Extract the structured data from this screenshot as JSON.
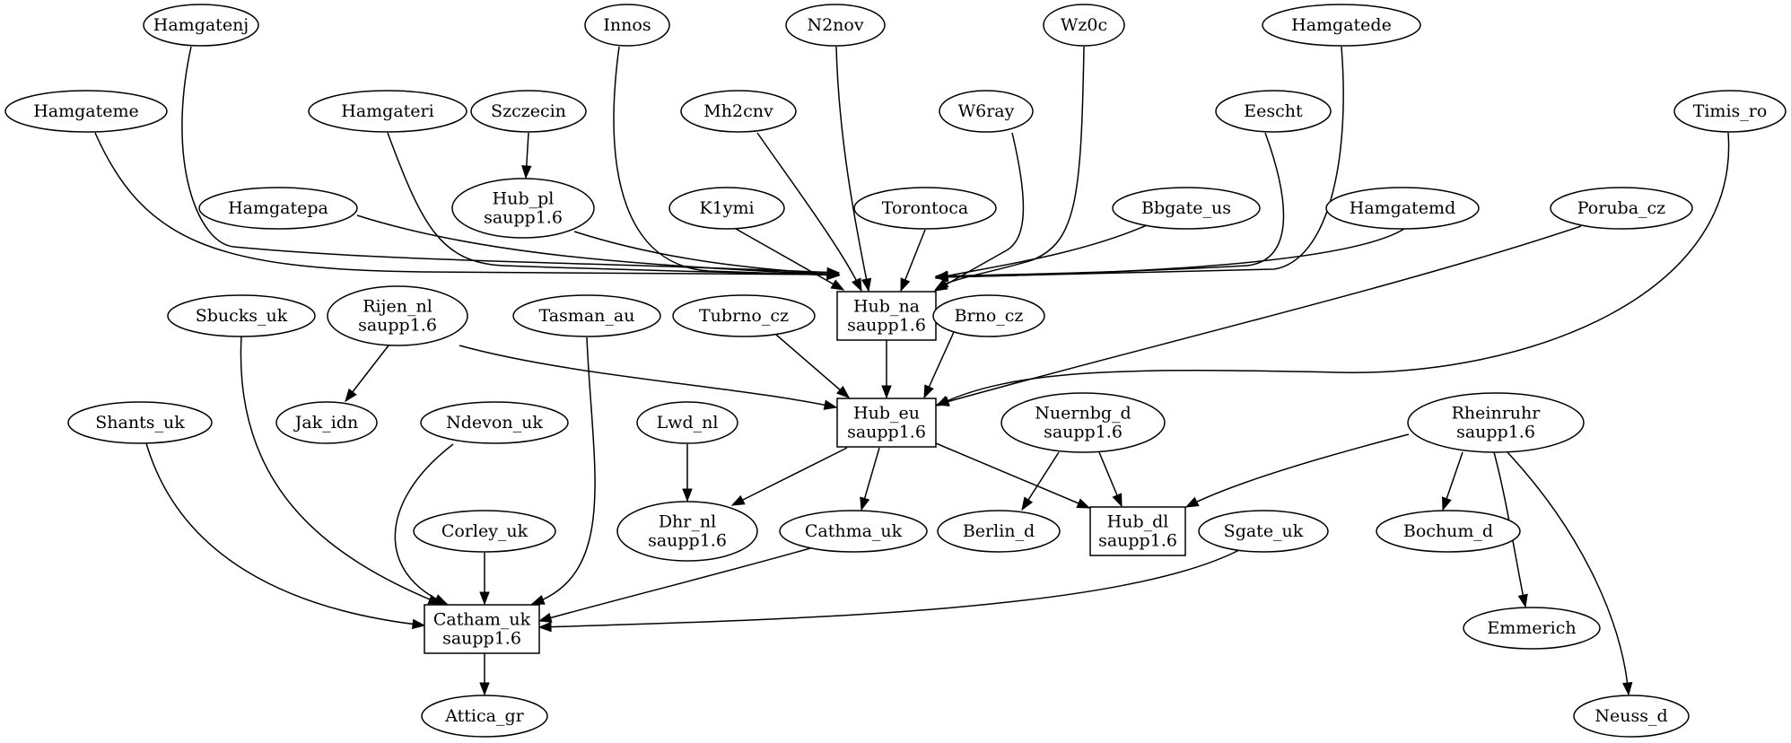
{
  "diagram": {
    "type": "directed-graph",
    "nodes": [
      {
        "id": "Hamgatenj",
        "lines": [
          "Hamgatenj"
        ],
        "shape": "ellipse"
      },
      {
        "id": "Innos",
        "lines": [
          "Innos"
        ],
        "shape": "ellipse"
      },
      {
        "id": "N2nov",
        "lines": [
          "N2nov"
        ],
        "shape": "ellipse"
      },
      {
        "id": "Wz0c",
        "lines": [
          "Wz0c"
        ],
        "shape": "ellipse"
      },
      {
        "id": "Hamgatede",
        "lines": [
          "Hamgatede"
        ],
        "shape": "ellipse"
      },
      {
        "id": "Hamgateme",
        "lines": [
          "Hamgateme"
        ],
        "shape": "ellipse"
      },
      {
        "id": "Hamgateri",
        "lines": [
          "Hamgateri"
        ],
        "shape": "ellipse"
      },
      {
        "id": "Szczecin",
        "lines": [
          "Szczecin"
        ],
        "shape": "ellipse"
      },
      {
        "id": "Mh2cnv",
        "lines": [
          "Mh2cnv"
        ],
        "shape": "ellipse"
      },
      {
        "id": "W6ray",
        "lines": [
          "W6ray"
        ],
        "shape": "ellipse"
      },
      {
        "id": "Eescht",
        "lines": [
          "Eescht"
        ],
        "shape": "ellipse"
      },
      {
        "id": "Timis_ro",
        "lines": [
          "Timis_ro"
        ],
        "shape": "ellipse"
      },
      {
        "id": "Hamgatepa",
        "lines": [
          "Hamgatepa"
        ],
        "shape": "ellipse"
      },
      {
        "id": "Hub_pl",
        "lines": [
          "Hub_pl",
          "saupp1.6"
        ],
        "shape": "ellipse"
      },
      {
        "id": "K1ymi",
        "lines": [
          "K1ymi"
        ],
        "shape": "ellipse"
      },
      {
        "id": "Torontoca",
        "lines": [
          "Torontoca"
        ],
        "shape": "ellipse"
      },
      {
        "id": "Bbgate_us",
        "lines": [
          "Bbgate_us"
        ],
        "shape": "ellipse"
      },
      {
        "id": "Hamgatemd",
        "lines": [
          "Hamgatemd"
        ],
        "shape": "ellipse"
      },
      {
        "id": "Poruba_cz",
        "lines": [
          "Poruba_cz"
        ],
        "shape": "ellipse"
      },
      {
        "id": "Hub_na",
        "lines": [
          "Hub_na",
          "saupp1.6"
        ],
        "shape": "box"
      },
      {
        "id": "Sbucks_uk",
        "lines": [
          "Sbucks_uk"
        ],
        "shape": "ellipse"
      },
      {
        "id": "Rijen_nl",
        "lines": [
          "Rijen_nl",
          "saupp1.6"
        ],
        "shape": "ellipse"
      },
      {
        "id": "Tasman_au",
        "lines": [
          "Tasman_au"
        ],
        "shape": "ellipse"
      },
      {
        "id": "Tubrno_cz",
        "lines": [
          "Tubrno_cz"
        ],
        "shape": "ellipse"
      },
      {
        "id": "Brno_cz",
        "lines": [
          "Brno_cz"
        ],
        "shape": "ellipse"
      },
      {
        "id": "Shants_uk",
        "lines": [
          "Shants_uk"
        ],
        "shape": "ellipse"
      },
      {
        "id": "Jak_idn",
        "lines": [
          "Jak_idn"
        ],
        "shape": "ellipse"
      },
      {
        "id": "Ndevon_uk",
        "lines": [
          "Ndevon_uk"
        ],
        "shape": "ellipse"
      },
      {
        "id": "Lwd_nl",
        "lines": [
          "Lwd_nl"
        ],
        "shape": "ellipse"
      },
      {
        "id": "Hub_eu",
        "lines": [
          "Hub_eu",
          "saupp1.6"
        ],
        "shape": "box"
      },
      {
        "id": "Nuernbg_d",
        "lines": [
          "Nuernbg_d",
          "saupp1.6"
        ],
        "shape": "ellipse"
      },
      {
        "id": "Rheinruhr",
        "lines": [
          "Rheinruhr",
          "saupp1.6"
        ],
        "shape": "ellipse"
      },
      {
        "id": "Corley_uk",
        "lines": [
          "Corley_uk"
        ],
        "shape": "ellipse"
      },
      {
        "id": "Dhr_nl",
        "lines": [
          "Dhr_nl",
          "saupp1.6"
        ],
        "shape": "ellipse"
      },
      {
        "id": "Cathma_uk",
        "lines": [
          "Cathma_uk"
        ],
        "shape": "ellipse"
      },
      {
        "id": "Berlin_d",
        "lines": [
          "Berlin_d"
        ],
        "shape": "ellipse"
      },
      {
        "id": "Hub_dl",
        "lines": [
          "Hub_dl",
          "saupp1.6"
        ],
        "shape": "box"
      },
      {
        "id": "Sgate_uk",
        "lines": [
          "Sgate_uk"
        ],
        "shape": "ellipse"
      },
      {
        "id": "Bochum_d",
        "lines": [
          "Bochum_d"
        ],
        "shape": "ellipse"
      },
      {
        "id": "Catham_uk",
        "lines": [
          "Catham_uk",
          "saupp1.6"
        ],
        "shape": "box"
      },
      {
        "id": "Emmerich",
        "lines": [
          "Emmerich"
        ],
        "shape": "ellipse"
      },
      {
        "id": "Attica_gr",
        "lines": [
          "Attica_gr"
        ],
        "shape": "ellipse"
      },
      {
        "id": "Neuss_d",
        "lines": [
          "Neuss_d"
        ],
        "shape": "ellipse"
      }
    ],
    "edges": [
      {
        "from": "Hamgateme",
        "to": "Hub_na"
      },
      {
        "from": "Hamgatenj",
        "to": "Hub_na"
      },
      {
        "from": "Hamgateri",
        "to": "Hub_na"
      },
      {
        "from": "Hamgatepa",
        "to": "Hub_na"
      },
      {
        "from": "Hub_pl",
        "to": "Hub_na"
      },
      {
        "from": "Innos",
        "to": "Hub_na"
      },
      {
        "from": "K1ymi",
        "to": "Hub_na"
      },
      {
        "from": "Mh2cnv",
        "to": "Hub_na"
      },
      {
        "from": "N2nov",
        "to": "Hub_na"
      },
      {
        "from": "Torontoca",
        "to": "Hub_na"
      },
      {
        "from": "W6ray",
        "to": "Hub_na"
      },
      {
        "from": "Wz0c",
        "to": "Hub_na"
      },
      {
        "from": "Bbgate_us",
        "to": "Hub_na"
      },
      {
        "from": "Eescht",
        "to": "Hub_na"
      },
      {
        "from": "Hamgatede",
        "to": "Hub_na"
      },
      {
        "from": "Hamgatemd",
        "to": "Hub_na"
      },
      {
        "from": "Szczecin",
        "to": "Hub_pl"
      },
      {
        "from": "Hub_na",
        "to": "Hub_eu"
      },
      {
        "from": "Tubrno_cz",
        "to": "Hub_eu"
      },
      {
        "from": "Brno_cz",
        "to": "Hub_eu"
      },
      {
        "from": "Rijen_nl",
        "to": "Hub_eu"
      },
      {
        "from": "Poruba_cz",
        "to": "Hub_eu"
      },
      {
        "from": "Timis_ro",
        "to": "Hub_eu"
      },
      {
        "from": "Rijen_nl",
        "to": "Jak_idn"
      },
      {
        "from": "Hub_eu",
        "to": "Dhr_nl"
      },
      {
        "from": "Lwd_nl",
        "to": "Dhr_nl"
      },
      {
        "from": "Hub_eu",
        "to": "Cathma_uk"
      },
      {
        "from": "Hub_eu",
        "to": "Hub_dl"
      },
      {
        "from": "Nuernbg_d",
        "to": "Hub_dl"
      },
      {
        "from": "Rheinruhr",
        "to": "Hub_dl"
      },
      {
        "from": "Nuernbg_d",
        "to": "Berlin_d"
      },
      {
        "from": "Rheinruhr",
        "to": "Bochum_d"
      },
      {
        "from": "Rheinruhr",
        "to": "Emmerich"
      },
      {
        "from": "Rheinruhr",
        "to": "Neuss_d"
      },
      {
        "from": "Shants_uk",
        "to": "Catham_uk"
      },
      {
        "from": "Sbucks_uk",
        "to": "Catham_uk"
      },
      {
        "from": "Ndevon_uk",
        "to": "Catham_uk"
      },
      {
        "from": "Corley_uk",
        "to": "Catham_uk"
      },
      {
        "from": "Tasman_au",
        "to": "Catham_uk"
      },
      {
        "from": "Cathma_uk",
        "to": "Catham_uk"
      },
      {
        "from": "Sgate_uk",
        "to": "Catham_uk"
      },
      {
        "from": "Catham_uk",
        "to": "Attica_gr"
      }
    ]
  }
}
